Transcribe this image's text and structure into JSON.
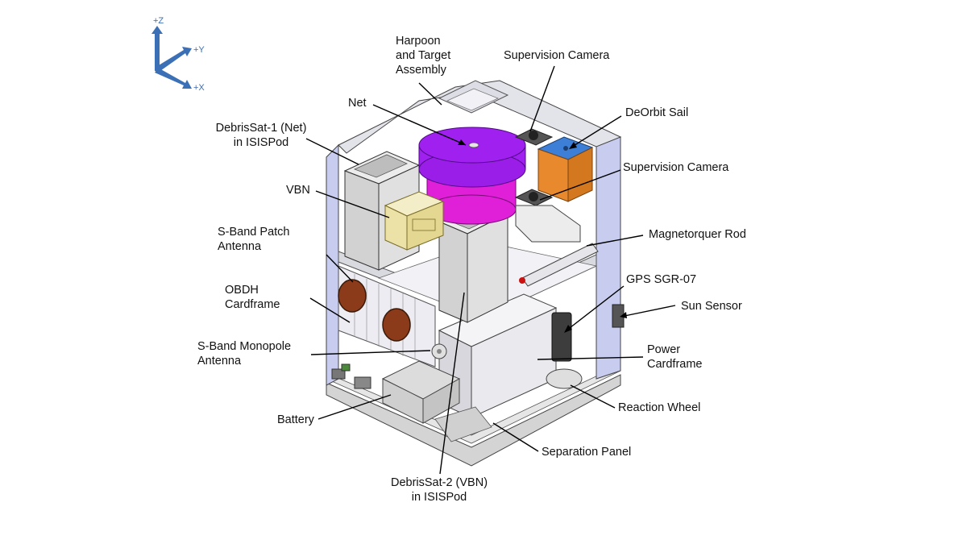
{
  "axes": {
    "z_label": "+Z",
    "y_label": "+Y",
    "x_label": "+X",
    "color": "#3b6fb6"
  },
  "labels": {
    "harpoon_line1": "Harpoon",
    "harpoon_line2": "and Target",
    "harpoon_line3": "Assembly",
    "supervision_camera_top": "Supervision Camera",
    "net": "Net",
    "deorbit_sail": "DeOrbit Sail",
    "debrissat1_line1": "DebrisSat-1 (Net)",
    "debrissat1_line2": "in ISISPod",
    "supervision_camera_mid": "Supervision Camera",
    "vbn": "VBN",
    "magnetorquer_rod": "Magnetorquer Rod",
    "sband_patch_line1": "S-Band Patch",
    "sband_patch_line2": "Antenna",
    "gps": "GPS SGR-07",
    "obdh_line1": "OBDH",
    "obdh_line2": "Cardframe",
    "sun_sensor": "Sun Sensor",
    "sband_monopole_line1": "S-Band Monopole",
    "sband_monopole_line2": "Antenna",
    "power_line1": "Power",
    "power_line2": "Cardframe",
    "reaction_wheel": "Reaction Wheel",
    "battery": "Battery",
    "separation_panel": "Separation Panel",
    "debrissat2_line1": "DebrisSat-2 (VBN)",
    "debrissat2_line2": "in ISISPod"
  },
  "colors": {
    "net": "#a020f0",
    "net_canister": "#e020d8",
    "deorbit_sail": "#e8892e",
    "deorbit_sail_top": "#3d7fd6",
    "vbn": "#ece2a8",
    "antenna": "#8b3a1a",
    "panel_blue": "#c8cdf0",
    "gps_red": "#cc1111"
  }
}
